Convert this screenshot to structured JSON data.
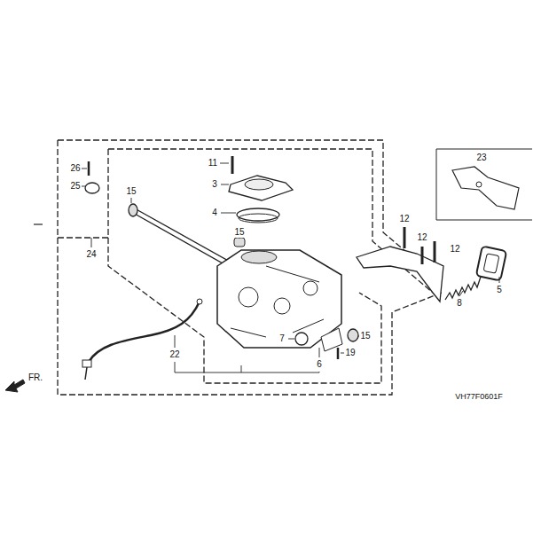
{
  "diagram": {
    "labels": [
      "26",
      "25",
      "15",
      "11",
      "3",
      "23",
      "4",
      "12",
      "12",
      "15",
      "12",
      "24",
      "5",
      "8",
      "15",
      "7",
      "19",
      "22",
      "6",
      "FR.",
      "VH77F0601F"
    ]
  }
}
